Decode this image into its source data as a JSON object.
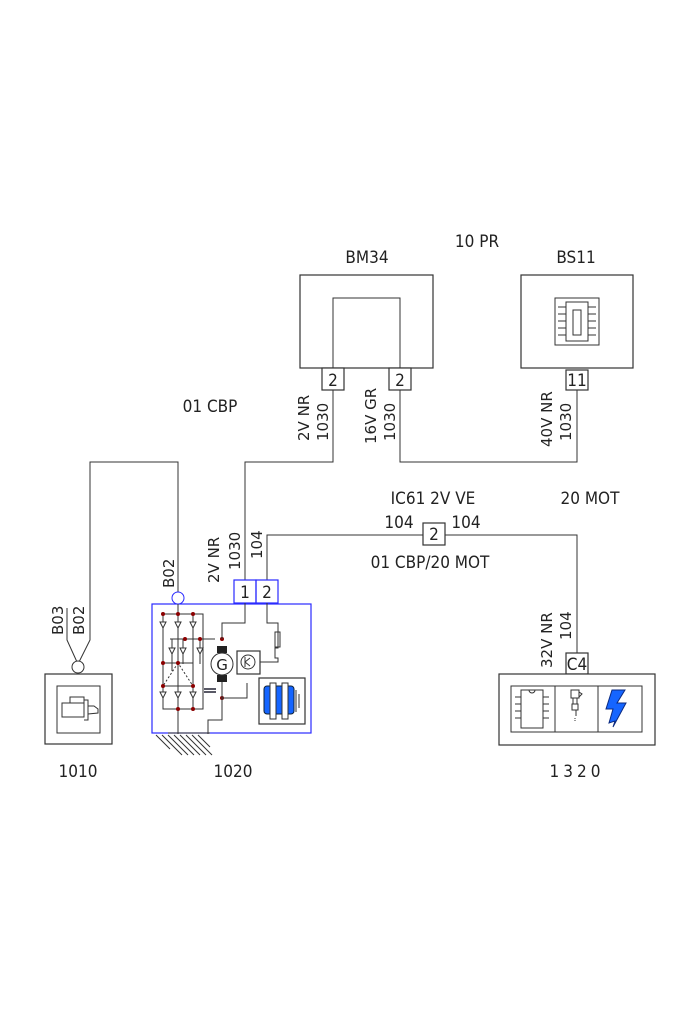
{
  "labels": {
    "pr": "10 PR",
    "cbp": "01 CBP",
    "ic61": "IC61 2V VE",
    "mot": "20 MOT",
    "cbp_mot": "01 CBP/20 MOT",
    "w104_left": "104",
    "w104_right": "104"
  },
  "components": {
    "bm34": {
      "name": "BM34",
      "pin_a": "2",
      "pin_b": "2"
    },
    "bs11": {
      "name": "BS11",
      "pin": "11"
    },
    "c1010": {
      "name": "1010"
    },
    "c1020": {
      "name": "1020",
      "pin1": "1",
      "pin2": "2",
      "b02": "B02"
    },
    "c1320": {
      "name": "1320",
      "pin": "C4"
    },
    "junction": {
      "pin": "2"
    }
  },
  "wires": {
    "bm34_a": {
      "color": "2V NR",
      "num": "1030"
    },
    "bm34_b": {
      "color": "16V GR",
      "num": "1030"
    },
    "bs11": {
      "color": "40V NR",
      "num": "1030"
    },
    "alt_1": {
      "color": "2V NR",
      "num": "1030"
    },
    "alt_2": {
      "num": "104"
    },
    "ecu": {
      "color": "32V NR",
      "num": "104"
    },
    "starter_a": "B03",
    "starter_b": "B02"
  },
  "colors": {
    "wire": "#333333",
    "alternator_outline": "#2a2aff",
    "junction_dot": "#8b0000",
    "icon_blue": "#1565ff"
  }
}
